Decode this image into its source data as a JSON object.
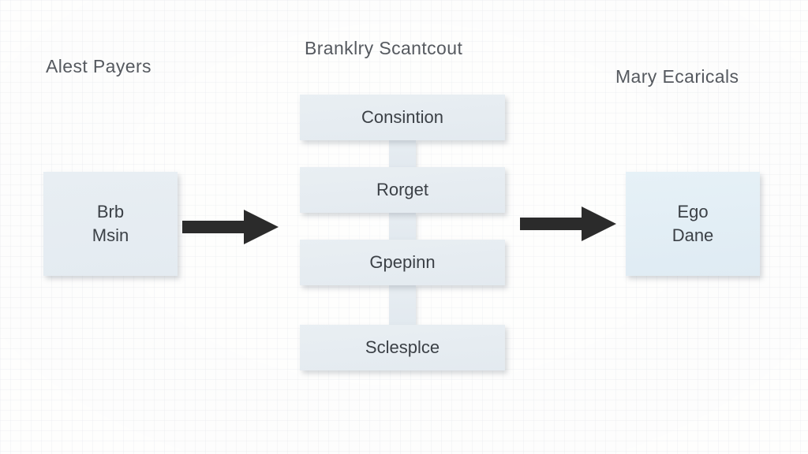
{
  "diagram": {
    "background_color": "#fdfdfc",
    "box_fill_color": "#e6ecf1",
    "text_color": "#3b4046",
    "arrow_color": "#2b2b2b",
    "columns": {
      "left_heading": "Alest Payers",
      "center_heading": "Branklry Scantcout",
      "right_heading": "Mary Ecaricals"
    },
    "left_node": {
      "line1": "Brb",
      "line2": "Msin"
    },
    "right_node": {
      "line1": "Ego",
      "line2": "Dane"
    },
    "center_stack": [
      {
        "label": "Consintion"
      },
      {
        "label": "Rorget"
      },
      {
        "label": "Gpepinn"
      },
      {
        "label": "Sclesplce"
      }
    ],
    "arrows": [
      {
        "name": "left-to-center",
        "direction": "right"
      },
      {
        "name": "center-to-right",
        "direction": "right"
      }
    ]
  }
}
